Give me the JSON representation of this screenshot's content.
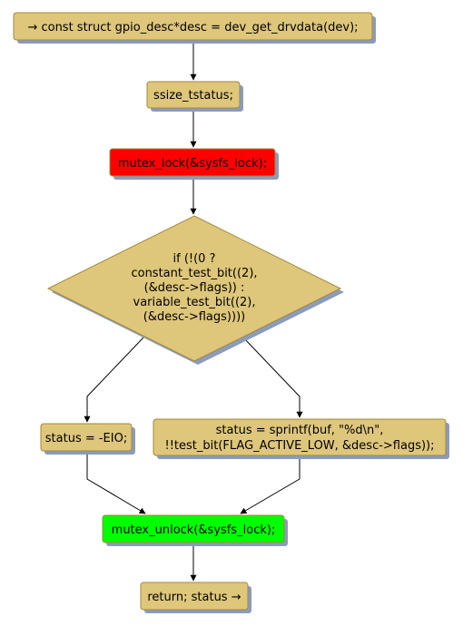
{
  "colors": {
    "process_fill": "#dec67a",
    "process_stroke": "#a38a3a",
    "lock_fill": "#ff0000",
    "unlock_fill": "#00ff00",
    "shadow": "#8a9bbd",
    "edge": "#000000"
  },
  "nodes": {
    "start": "→ const struct gpio_desc*desc = dev_get_drvdata(dev);",
    "decl": "ssize_tstatus;",
    "lock": "mutex_lock(&sysfs_lock);",
    "cond": [
      "if (!(0 ?",
      "constant_test_bit((2),",
      "(&desc->flags)) :",
      "variable_test_bit((2),",
      "(&desc->flags))))"
    ],
    "eio": "status = -EIO;",
    "sprintf": [
      "status = sprintf(buf, \"%d\\n\",",
      "!!test_bit(FLAG_ACTIVE_LOW, &desc->flags));"
    ],
    "unlock": "mutex_unlock(&sysfs_lock);",
    "ret": "return; status →"
  }
}
